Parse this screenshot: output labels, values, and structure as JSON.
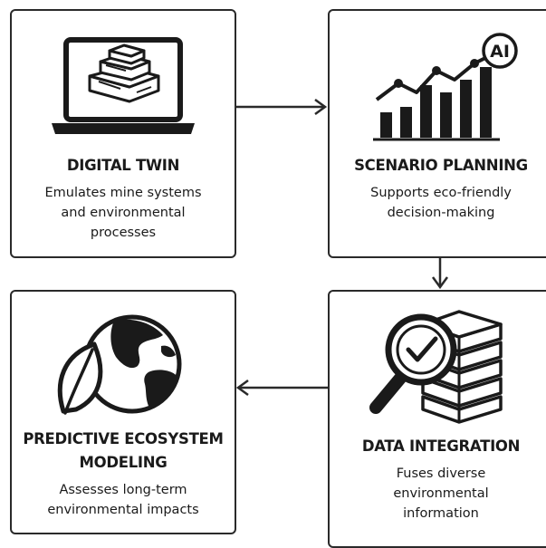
{
  "cards": {
    "digital_twin": {
      "title": "DIGITAL TWIN",
      "desc_lines": [
        "Emulates mine systems",
        "and environmental",
        "processes"
      ],
      "icon": "laptop-mine-icon"
    },
    "scenario_planning": {
      "title": "SCENARIO PLANNING",
      "desc_lines": [
        "Supports eco-friendly",
        "decision-making"
      ],
      "icon": "bar-chart-ai-icon",
      "icon_badge": "AI"
    },
    "data_integration": {
      "title": "DATA INTEGRATION",
      "desc_lines": [
        "Fuses diverse",
        "environmental",
        "information"
      ],
      "icon": "magnifier-database-icon"
    },
    "predictive_modeling": {
      "title_lines": [
        "PREDICTIVE ECOSYSTEM",
        "MODELING"
      ],
      "desc_lines": [
        "Assesses long-term",
        "environmental impacts"
      ],
      "icon": "globe-leaf-icon"
    }
  },
  "arrows": [
    {
      "from": "digital_twin",
      "to": "scenario_planning",
      "direction": "right"
    },
    {
      "from": "scenario_planning",
      "to": "data_integration",
      "direction": "down"
    },
    {
      "from": "data_integration",
      "to": "predictive_modeling",
      "direction": "left"
    }
  ],
  "colors": {
    "stroke": "#2a2a2a",
    "background": "#ffffff",
    "text": "#1a1a1a"
  }
}
